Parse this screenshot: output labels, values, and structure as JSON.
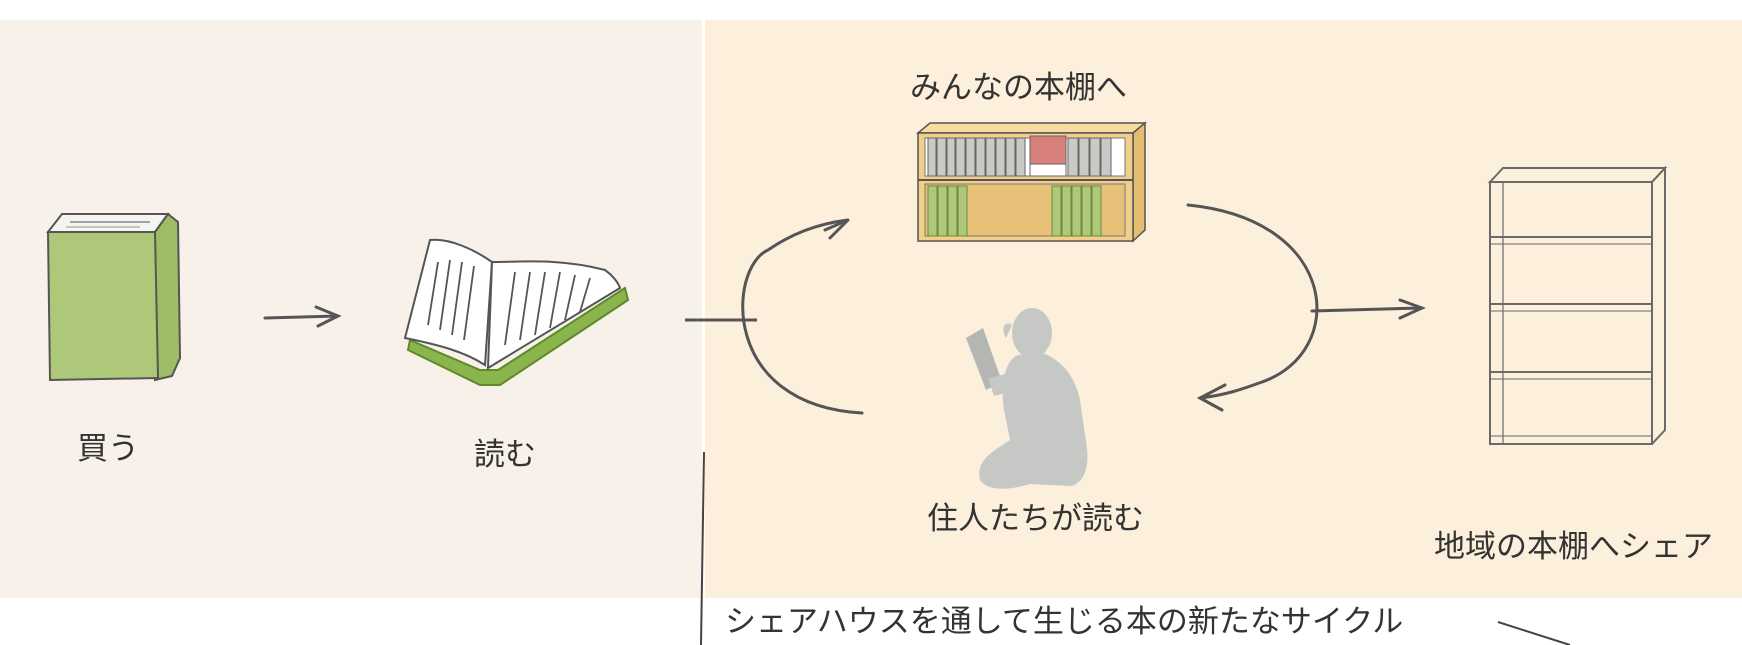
{
  "steps": {
    "buy": "買う",
    "read": "読む",
    "to_shelf": "みんなの本棚へ",
    "residents_read": "住人たちが読む",
    "share_local": "地域の本棚へシェア"
  },
  "caption": "シェアハウスを通して生じる本の新たなサイクル",
  "colors": {
    "left_panel": "#f8f1e9",
    "right_panel": "#fcefdb",
    "book_green": "#aec879",
    "shelf_tan": "#f0cf8a",
    "silhouette": "#c6c8c6",
    "arrow": "#555555"
  },
  "icons": [
    "green-book-icon",
    "open-book-icon",
    "bookshelf-icon",
    "reading-person-icon",
    "empty-shelf-icon"
  ]
}
